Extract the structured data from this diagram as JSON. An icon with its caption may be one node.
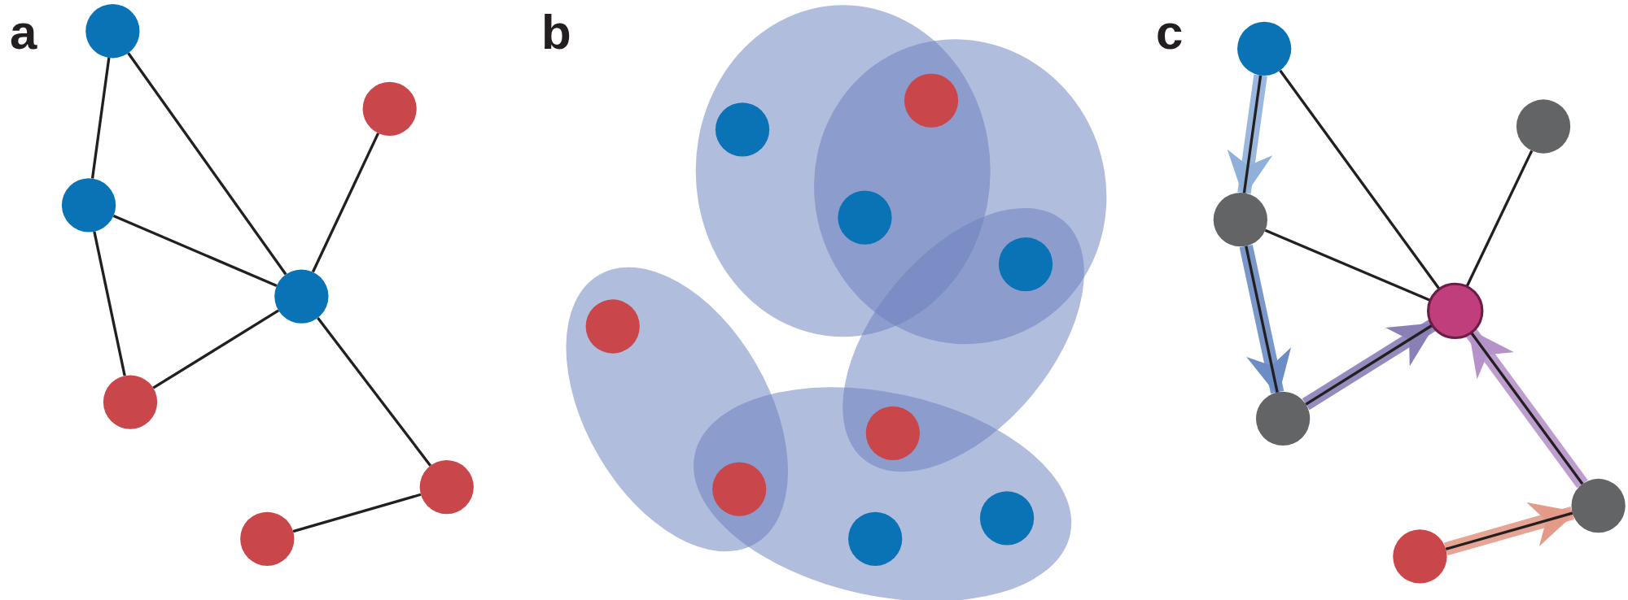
{
  "diagram": {
    "nodes": [
      {
        "text": [],
        "shape": "circle"
      },
      {
        "text": [],
        "shape": "circle"
      },
      {
        "text": [],
        "shape": "circle"
      },
      {
        "text": [],
        "shape": "circle"
      },
      {
        "text": [],
        "shape": "circle"
      },
      {
        "text": [],
        "shape": "circle"
      },
      {
        "text": [],
        "shape": "circle"
      },
      {
        "text": [],
        "shape": "ellipse"
      },
      {
        "text": [],
        "shape": "circle",
        "in": 7
      },
      {
        "text": [],
        "shape": "circle"
      },
      {
        "text": [],
        "shape": "circle"
      },
      {
        "text": [],
        "shape": "ellipse"
      },
      {
        "text": [],
        "shape": "circle"
      },
      {
        "text": [],
        "shape": "ellipse"
      },
      {
        "text": [],
        "shape": "ellipse"
      },
      {
        "text": [],
        "shape": "circle",
        "in": 14
      },
      {
        "text": [],
        "shape": "circle"
      },
      {
        "text": [],
        "shape": "circle"
      },
      {
        "text": [],
        "shape": "ellipse"
      },
      {
        "text": [],
        "shape": "circle",
        "in": 18
      },
      {
        "text": [],
        "shape": "circle",
        "in": 18
      },
      {
        "text": [],
        "shape": "circle"
      },
      {
        "text": [],
        "shape": "circle"
      },
      {
        "text": [],
        "shape": "circle"
      },
      {
        "text": [],
        "shape": "circle"
      },
      {
        "text": [],
        "shape": "circle"
      },
      {
        "text": [],
        "shape": "circle"
      },
      {
        "text": [],
        "shape": "circle"
      }
    ],
    "edges": [
      {
        "from": 0,
        "to": 2,
        "arrow": "none"
      },
      {
        "from": 0,
        "to": 3,
        "arrow": "none"
      },
      {
        "from": 1,
        "to": 3,
        "arrow": "none"
      },
      {
        "from": 2,
        "to": 3,
        "arrow": "none"
      },
      {
        "from": 2,
        "to": 4,
        "arrow": "none"
      },
      {
        "from": 4,
        "to": 3,
        "arrow": "none"
      },
      {
        "from": 3,
        "to": 5,
        "arrow": "none"
      },
      {
        "from": 5,
        "to": 6,
        "arrow": "none"
      },
      {
        "from": 21,
        "to": 23,
        "arrow": "none"
      },
      {
        "from": 21,
        "to": 24,
        "arrow": "none"
      },
      {
        "from": 22,
        "to": 24,
        "arrow": "none"
      },
      {
        "from": 23,
        "to": 24,
        "arrow": "none"
      },
      {
        "from": 23,
        "to": 25,
        "arrow": "none"
      },
      {
        "from": 25,
        "to": 24,
        "arrow": "none"
      },
      {
        "from": 24,
        "to": 26,
        "arrow": "none"
      },
      {
        "from": 26,
        "to": 27,
        "arrow": "none"
      },
      {
        "from": 21,
        "to": 23,
        "arrow": "to",
        "style": "thick",
        "color": "#8fb0d9"
      },
      {
        "from": 23,
        "to": 25,
        "arrow": "to",
        "style": "thick",
        "color": "#6b8cc4"
      },
      {
        "from": 25,
        "to": 24,
        "arrow": "to",
        "style": "thick",
        "color": "#8a80b6"
      },
      {
        "from": 26,
        "to": 24,
        "arrow": "to",
        "style": "thick",
        "color": "#b592c8"
      },
      {
        "from": 27,
        "to": 26,
        "arrow": "to",
        "style": "thick",
        "color": "#e39a89"
      }
    ],
    "labels": [
      "a",
      "b",
      "c"
    ]
  }
}
